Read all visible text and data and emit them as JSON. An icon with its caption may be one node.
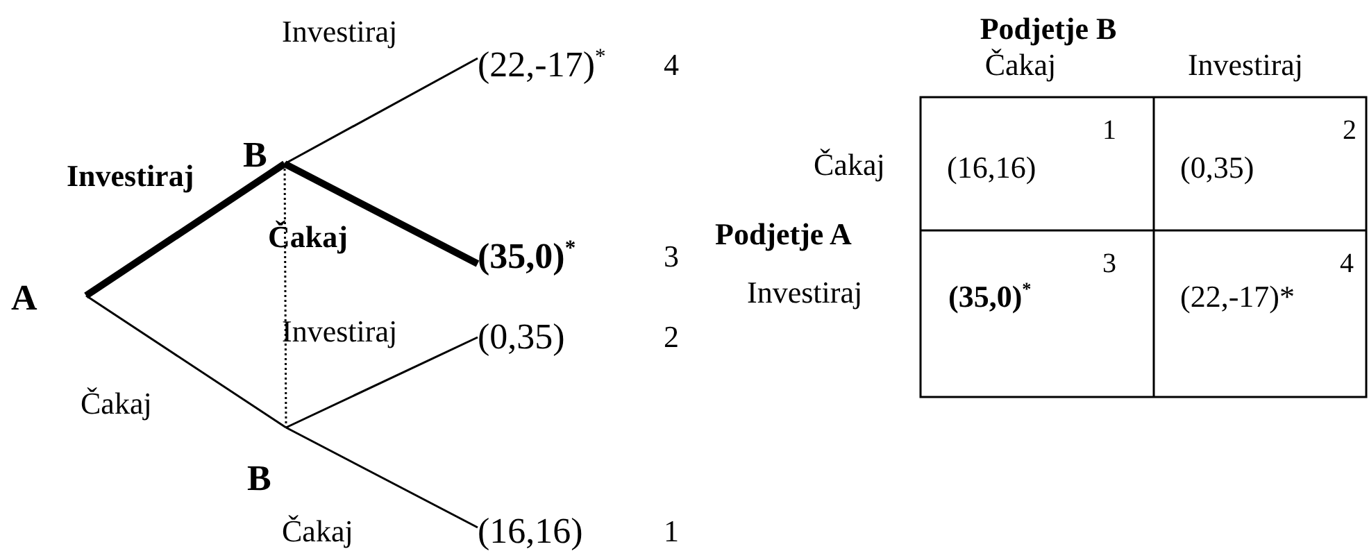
{
  "diagram": {
    "nodes": [
      {
        "text": [
          "A"
        ]
      },
      {
        "text": [
          "B"
        ]
      },
      {
        "text": [
          "B"
        ]
      },
      {
        "text": [
          "(22,-17)$^{*}$"
        ],
        "beside": [
          "4"
        ]
      },
      {
        "text": [
          "(35,0)$^{*}$"
        ],
        "beside": [
          "3"
        ]
      },
      {
        "text": [
          "(0,35)"
        ],
        "beside": [
          "2"
        ]
      },
      {
        "text": [
          "(16,16)"
        ],
        "beside": [
          "1"
        ]
      }
    ],
    "edges": [
      {
        "from": 0,
        "to": 1,
        "arrow": "none",
        "label": "Investiraj",
        "style": "thick"
      },
      {
        "from": 0,
        "to": 2,
        "arrow": "none",
        "label": "Čakaj"
      },
      {
        "from": 1,
        "to": 3,
        "arrow": "none",
        "label": "Investiraj"
      },
      {
        "from": 1,
        "to": 4,
        "arrow": "none",
        "label": "Čakaj",
        "style": "thick"
      },
      {
        "from": 2,
        "to": 5,
        "arrow": "none",
        "label": "Investiraj"
      },
      {
        "from": 2,
        "to": 6,
        "arrow": "none",
        "label": "Čakaj"
      },
      {
        "from": 1,
        "to": 2,
        "arrow": "none",
        "style": "dashed"
      }
    ],
    "labels": [
      "Podjetje B",
      "Čakaj",
      "Investiraj",
      "1",
      "Čakaj",
      "(16,16)",
      "2",
      "(0,35)",
      "Podjetje A",
      "3",
      "Investiraj",
      "(35,0)$^{*}$",
      "4",
      "(22,-17)*"
    ]
  }
}
